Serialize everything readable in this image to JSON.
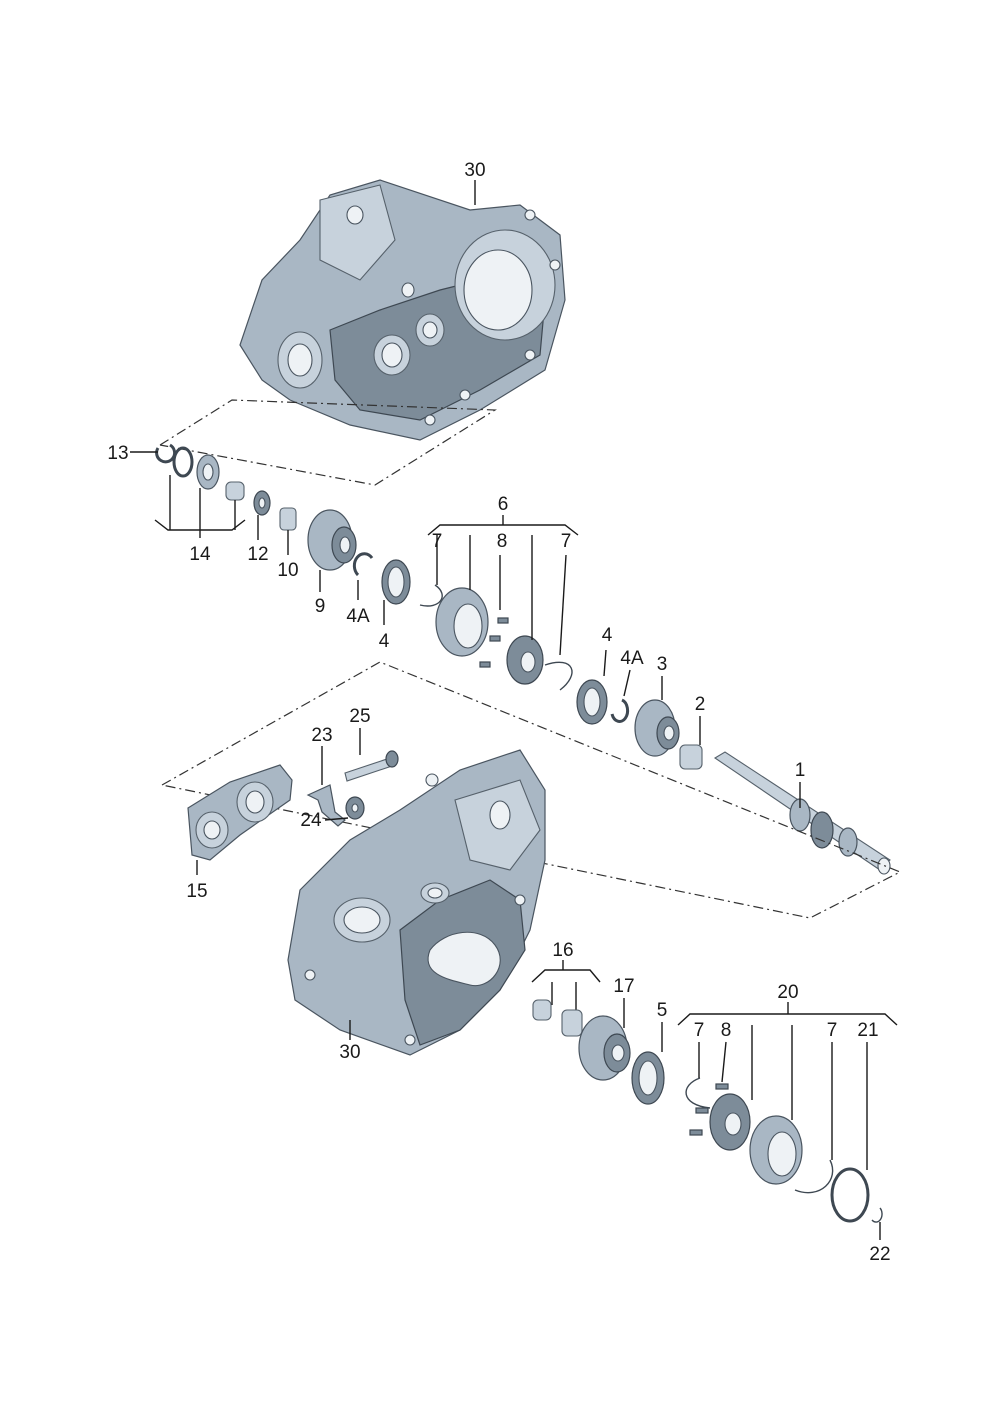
{
  "labels": {
    "l30a": "30",
    "l13": "13",
    "l14": "14",
    "l12": "12",
    "l10": "10",
    "l9": "9",
    "l4A_a": "4A",
    "l4_a": "4",
    "l6": "6",
    "l7_a": "7",
    "l8_a": "8",
    "l7_b": "7",
    "l4_b": "4",
    "l4A_b": "4A",
    "l3": "3",
    "l2": "2",
    "l1": "1",
    "l25": "25",
    "l23": "23",
    "l24": "24",
    "l15": "15",
    "l30b": "30",
    "l16": "16",
    "l17": "17",
    "l5": "5",
    "l20": "20",
    "l7_c": "7",
    "l8_b": "8",
    "l7_d": "7",
    "l21": "21",
    "l22": "22"
  },
  "colors": {
    "part": "#a9b7c4",
    "part_dark": "#7d8c99",
    "line": "#1a1a1a"
  }
}
